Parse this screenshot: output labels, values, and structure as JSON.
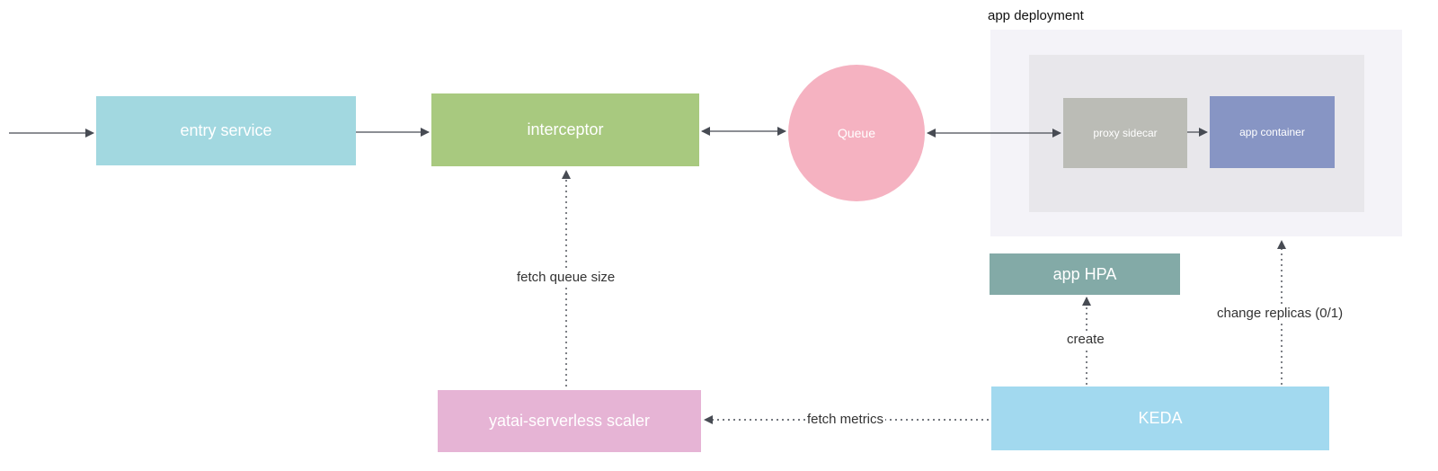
{
  "diagram": {
    "deployment_title": "app deployment",
    "nodes": {
      "entry_service": "entry service",
      "interceptor": "interceptor",
      "queue": "Queue",
      "proxy_sidecar": "proxy sidecar",
      "app_container": "app container",
      "app_hpa": "app HPA",
      "keda": "KEDA",
      "scaler": "yatai-serverless scaler"
    },
    "edge_labels": {
      "fetch_queue_size": "fetch queue size",
      "fetch_metrics": "fetch metrics",
      "create": "create",
      "change_replicas": "change replicas (0/1)"
    }
  },
  "colors": {
    "entry_service": "#a2d8e0",
    "interceptor": "#a8c97f",
    "queue": "#f5b2c1",
    "deployment_outer": "#f4f3f8",
    "deployment_inner": "#e8e7eb",
    "proxy_sidecar": "#bbbcb6",
    "app_container": "#8795c4",
    "app_hpa": "#83aaa7",
    "keda": "#a2d9ef",
    "scaler": "#e6b4d5",
    "arrow": "#474b53"
  }
}
